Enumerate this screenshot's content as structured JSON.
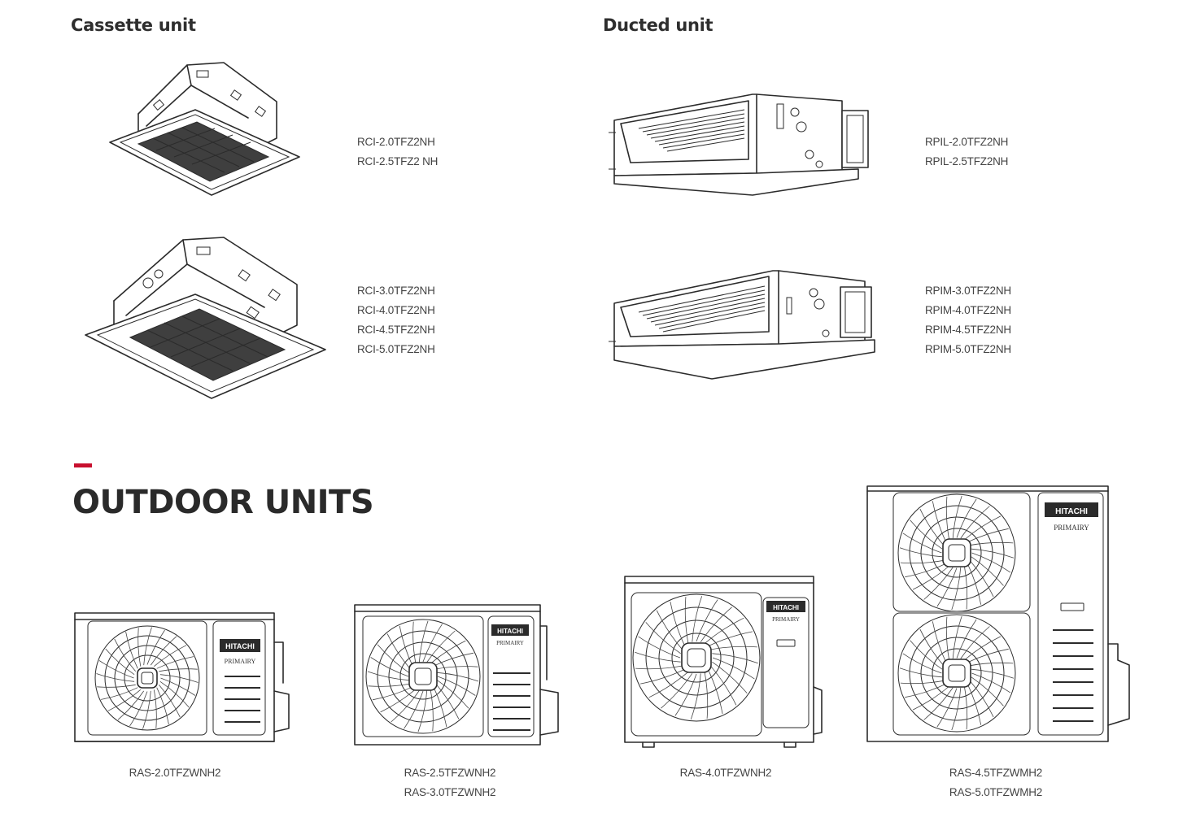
{
  "colors": {
    "accent": "#c8102e",
    "text": "#3a3a3a",
    "heading": "#2e2e2e",
    "line": "#2b2b2b"
  },
  "indoor": {
    "cassette": {
      "heading": "Cassette unit",
      "groups": [
        {
          "icon": "cassette-unit-small-icon",
          "models": [
            "RCI-2.0TFZ2NH",
            "RCI-2.5TFZ2 NH"
          ]
        },
        {
          "icon": "cassette-unit-large-icon",
          "models": [
            "RCI-3.0TFZ2NH",
            "RCI-4.0TFZ2NH",
            "RCI-4.5TFZ2NH",
            "RCI-5.0TFZ2NH"
          ]
        }
      ]
    },
    "ducted": {
      "heading": "Ducted unit",
      "groups": [
        {
          "icon": "ducted-unit-low-icon",
          "models": [
            "RPIL-2.0TFZ2NH",
            "RPIL-2.5TFZ2NH"
          ]
        },
        {
          "icon": "ducted-unit-medium-icon",
          "models": [
            "RPIM-3.0TFZ2NH",
            "RPIM-4.0TFZ2NH",
            "RPIM-4.5TFZ2NH",
            "RPIM-5.0TFZ2NH"
          ]
        }
      ]
    }
  },
  "outdoor": {
    "title": "OUTDOOR UNITS",
    "brand": "HITACHI",
    "sub_brand": "PRIMAIRY",
    "units": [
      {
        "icon": "outdoor-unit-small-icon",
        "models": [
          "RAS-2.0TFZWNH2"
        ]
      },
      {
        "icon": "outdoor-unit-medium-icon",
        "models": [
          "RAS-2.5TFZWNH2",
          "RAS-3.0TFZWNH2"
        ]
      },
      {
        "icon": "outdoor-unit-large-icon",
        "models": [
          "RAS-4.0TFZWNH2"
        ]
      },
      {
        "icon": "outdoor-unit-double-fan-icon",
        "models": [
          "RAS-4.5TFZWMH2",
          "RAS-5.0TFZWMH2"
        ]
      }
    ]
  }
}
